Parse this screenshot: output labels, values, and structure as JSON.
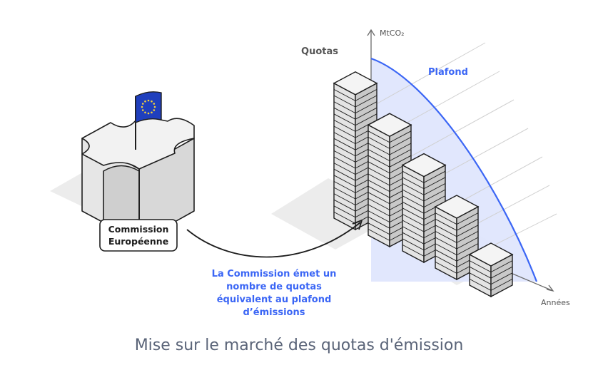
{
  "diagram": {
    "ec_label_line1": "Commission",
    "ec_label_line2": "Européenne",
    "y_axis_label": "MtCO₂",
    "x_axis_label": "Années",
    "quotas_label": "Quotas",
    "plafond_label": "Plafond",
    "annotation_lines": [
      "La Commission émet un",
      "nombre de quotas",
      "équivalent au plafond",
      "d’émissions"
    ],
    "flag_icon": "eu-flag-icon",
    "stack_levels": [
      22,
      18,
      14,
      10,
      5
    ]
  },
  "caption": "Mise sur le marché des quotas d'émission",
  "colors": {
    "accent": "#3b66f5",
    "plafond_fill": "#dfe6fd",
    "outline": "#1e1e1e",
    "caption": "#5a6478",
    "flag_blue": "#1f3fbd",
    "flag_stars": "#f5d13b"
  }
}
